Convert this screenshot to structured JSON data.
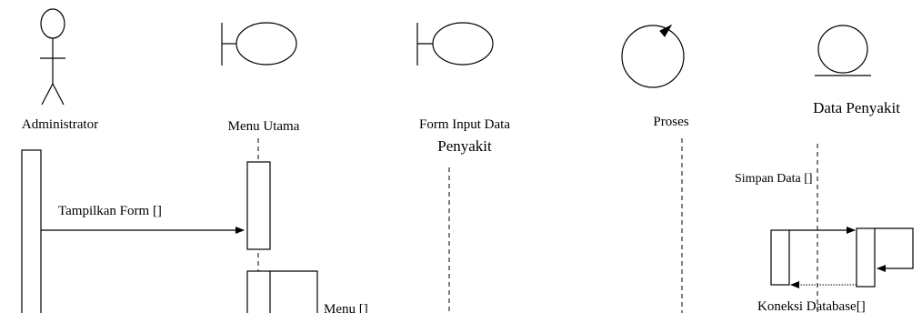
{
  "diagram": {
    "lifelines": [
      {
        "id": "administrator",
        "kind": "actor",
        "label_lines": [
          "Administrator"
        ]
      },
      {
        "id": "menu-utama",
        "kind": "boundary",
        "label_lines": [
          "Menu Utama"
        ]
      },
      {
        "id": "form-input-data-penyakit",
        "kind": "boundary",
        "label_lines": [
          "Form Input Data",
          "Penyakit"
        ]
      },
      {
        "id": "proses",
        "kind": "control",
        "label_lines": [
          "Proses"
        ]
      },
      {
        "id": "data-penyakit",
        "kind": "entity",
        "label_lines": [
          "Data Penyakit"
        ]
      }
    ],
    "messages": [
      {
        "id": "tampilkan-form",
        "label": "Tampilkan Form []",
        "from": "administrator",
        "to": "menu-utama"
      },
      {
        "id": "menu",
        "label": "Menu []",
        "from": "menu-utama",
        "to": "menu-utama"
      },
      {
        "id": "simpan-data",
        "label": "Simpan Data []",
        "from": "proses",
        "to": "data-penyakit"
      },
      {
        "id": "koneksi-database",
        "label": "Koneksi Database[]",
        "from": "data-penyakit",
        "to": "proses"
      }
    ]
  }
}
